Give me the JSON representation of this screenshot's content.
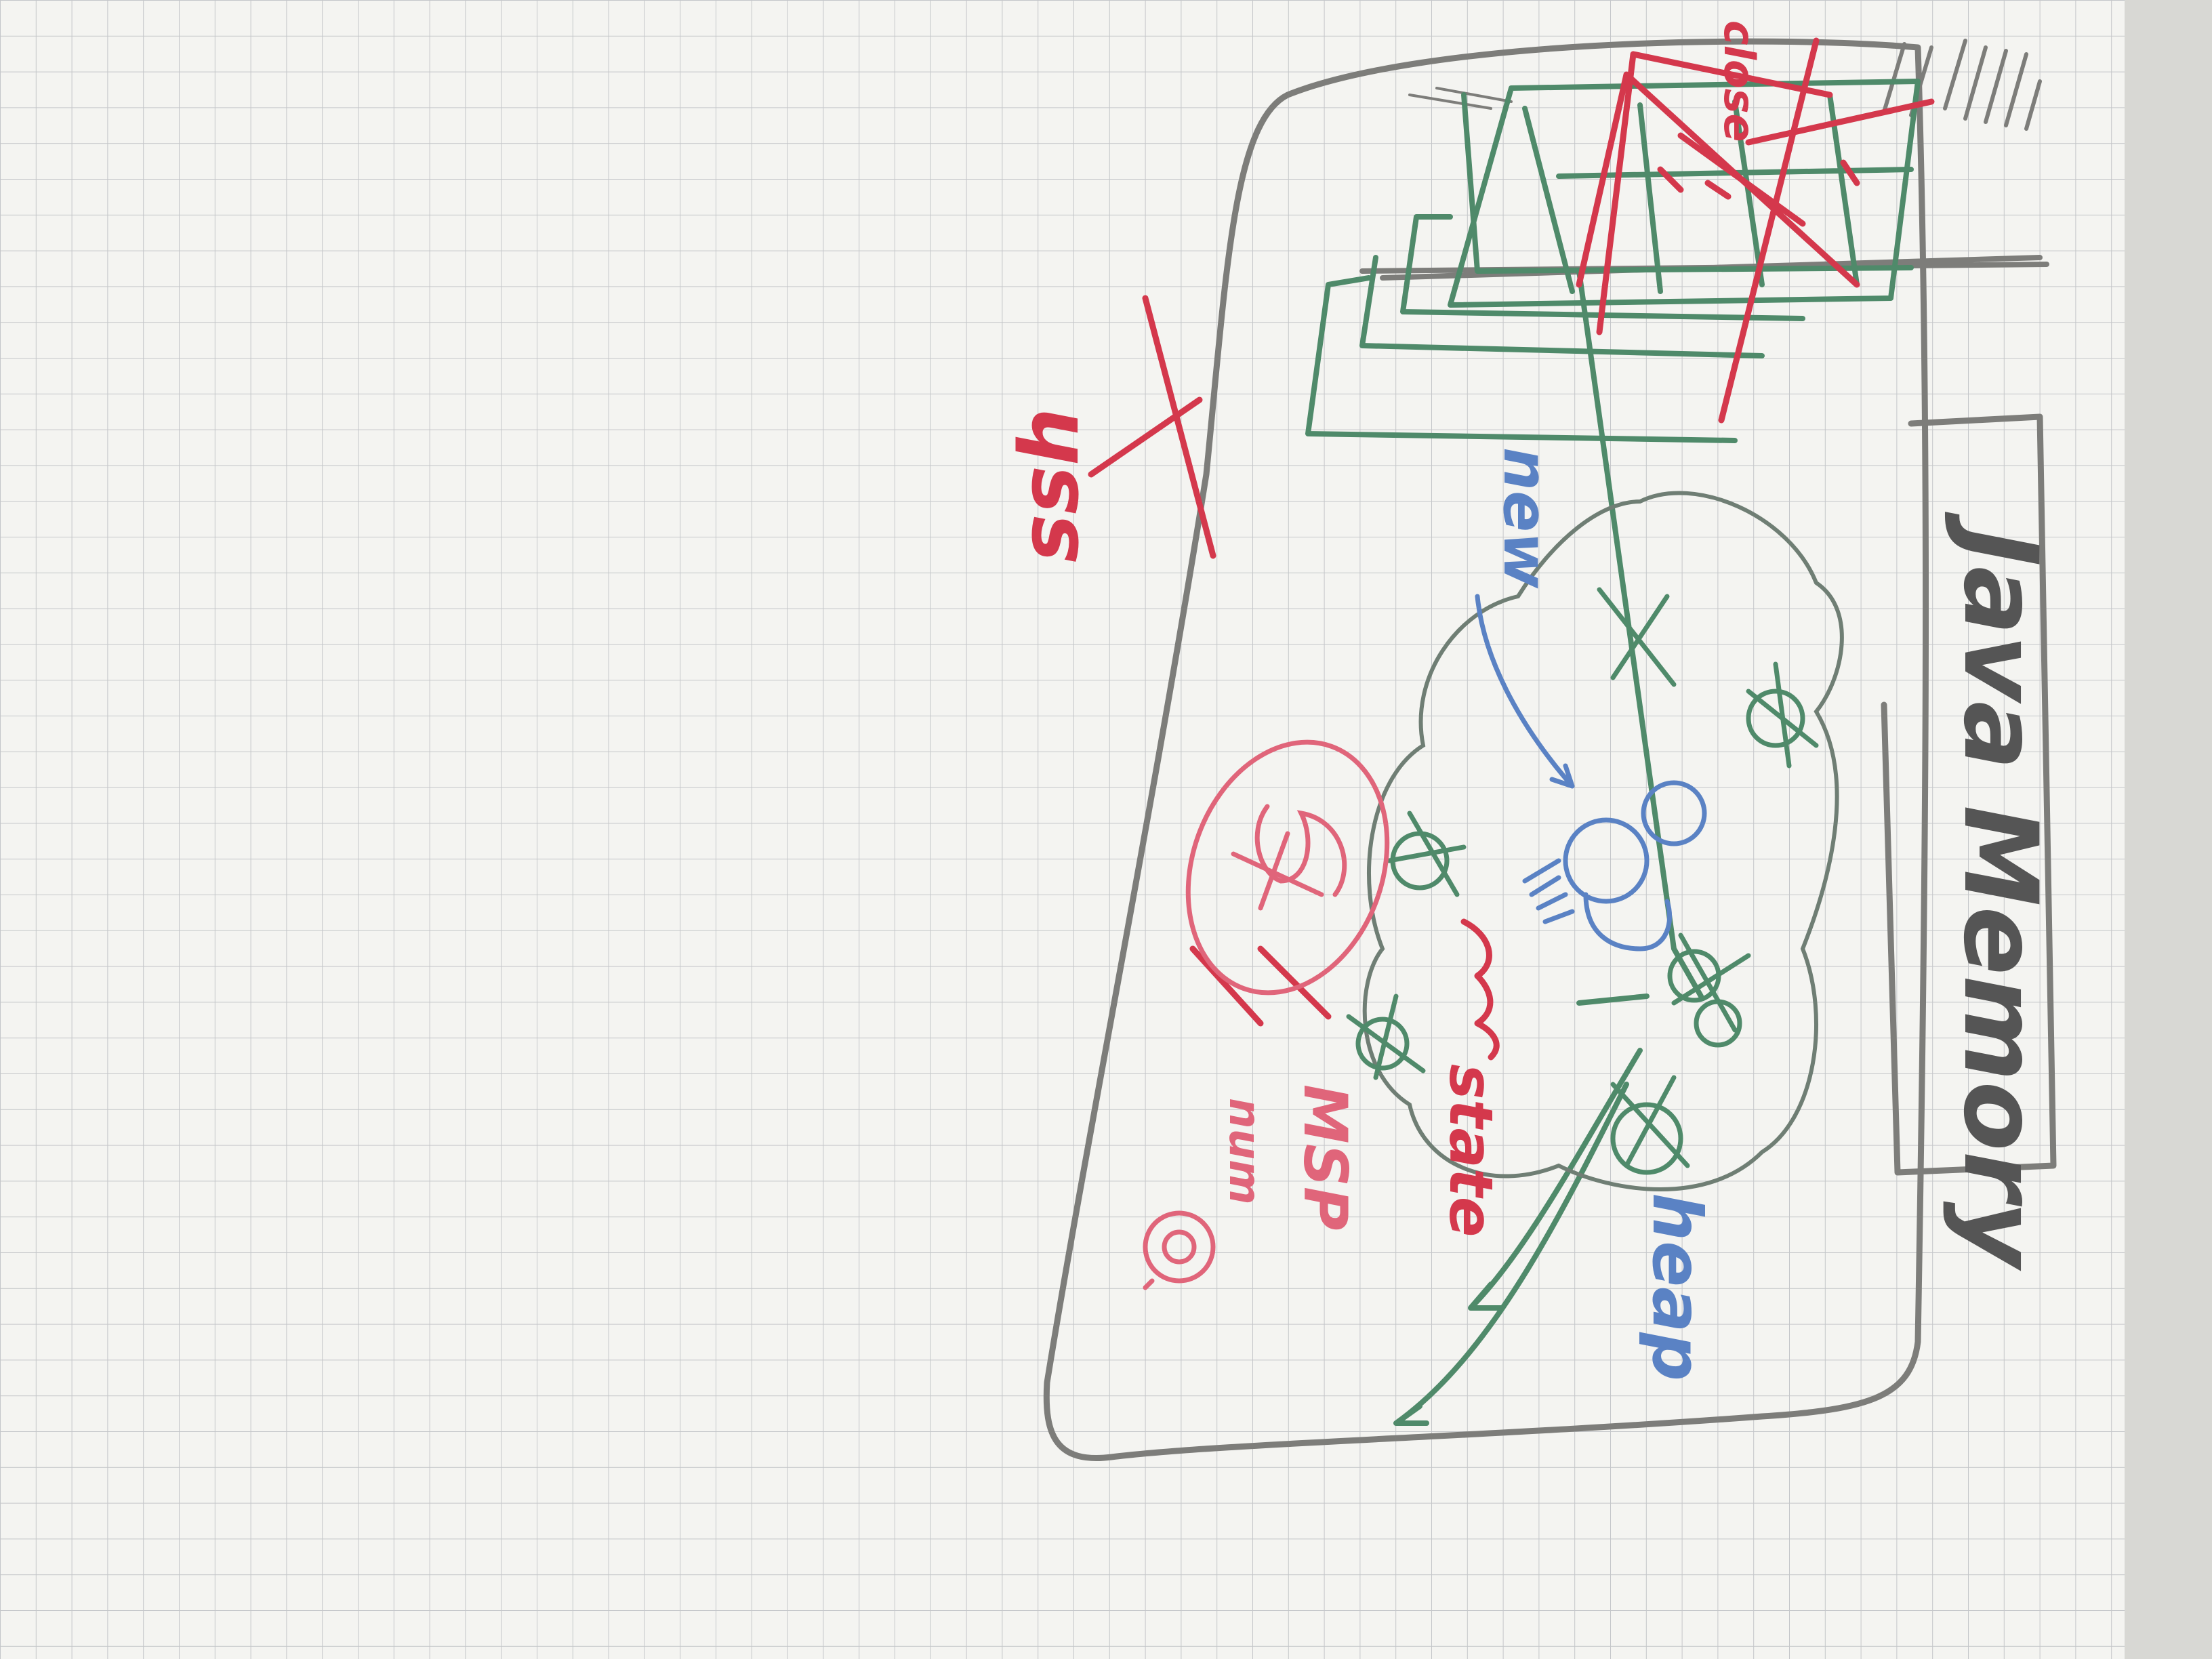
{
  "colors": {
    "paper": "#f4f4f1",
    "paper_shadow": "#d8d8d4",
    "grid": "#c4c6c9",
    "gray_marker": "#7d7d7a",
    "green_marker": "#4f8a6a",
    "red_marker": "#d4384c",
    "pink_marker": "#e0657a",
    "blue_marker": "#5a82c4"
  },
  "labels": {
    "title": "Java Memory",
    "close": "close",
    "new": "new",
    "heap": "heap",
    "ssh": "ssh",
    "state": "state",
    "msp": "MSP",
    "num": "num"
  },
  "icons": {
    "cross": "cross-mark-icon",
    "leak": "leak-blob-icon"
  }
}
